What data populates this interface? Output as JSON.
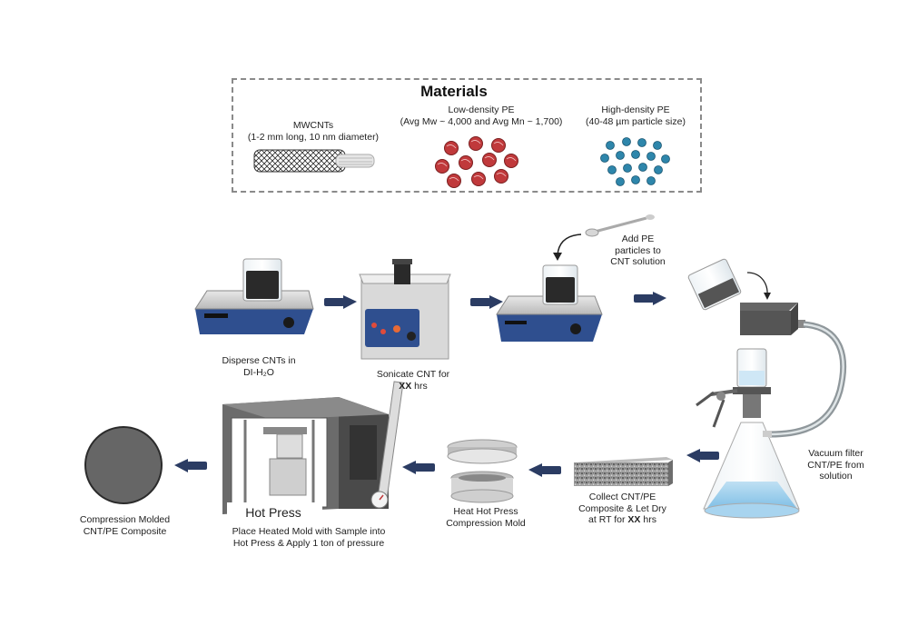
{
  "materials": {
    "title": "Materials",
    "mwcnt": {
      "name": "MWCNTs",
      "spec": "(1-2 mm long, 10 nm diameter)"
    },
    "ldpe": {
      "name": "Low-density PE",
      "spec": "(Avg Mw ~ 4,000 and Avg Mn ~ 1,700)"
    },
    "hdpe": {
      "name": "High-density PE",
      "spec": "(40-48 µm particle size)"
    }
  },
  "steps": {
    "disperse": {
      "line1": "Disperse CNTs in",
      "line2": "DI-H₂O"
    },
    "sonicate": {
      "line1": "Sonicate CNT for",
      "bold": "XX",
      "rest": " hrs"
    },
    "add_pe": {
      "line1": "Add PE",
      "line2": "particles to",
      "line3": "CNT solution"
    },
    "vacuum": {
      "line1": "Vacuum filter",
      "line2": "CNT/PE from",
      "line3": "solution"
    },
    "collect": {
      "line1": "Collect CNT/PE",
      "line2": "Composite & Let Dry",
      "line3a": "at RT for ",
      "bold": "XX",
      "rest": " hrs"
    },
    "heat": {
      "line1": "Heat Hot Press",
      "line2": "Compression Mold"
    },
    "press": {
      "sign": "Hot Press",
      "line1": "Place Heated Mold with Sample into",
      "line2": "Hot Press & Apply 1 ton of pressure"
    },
    "result": {
      "line1": "Compression Molded",
      "line2": "CNT/PE Composite"
    }
  },
  "colors": {
    "arrow": "#2b3c63",
    "hotplate": "#2f4f8f",
    "ldpe_particle": "#c0393b",
    "hdpe_particle": "#2e86ab",
    "composite_disc": "#666666"
  }
}
